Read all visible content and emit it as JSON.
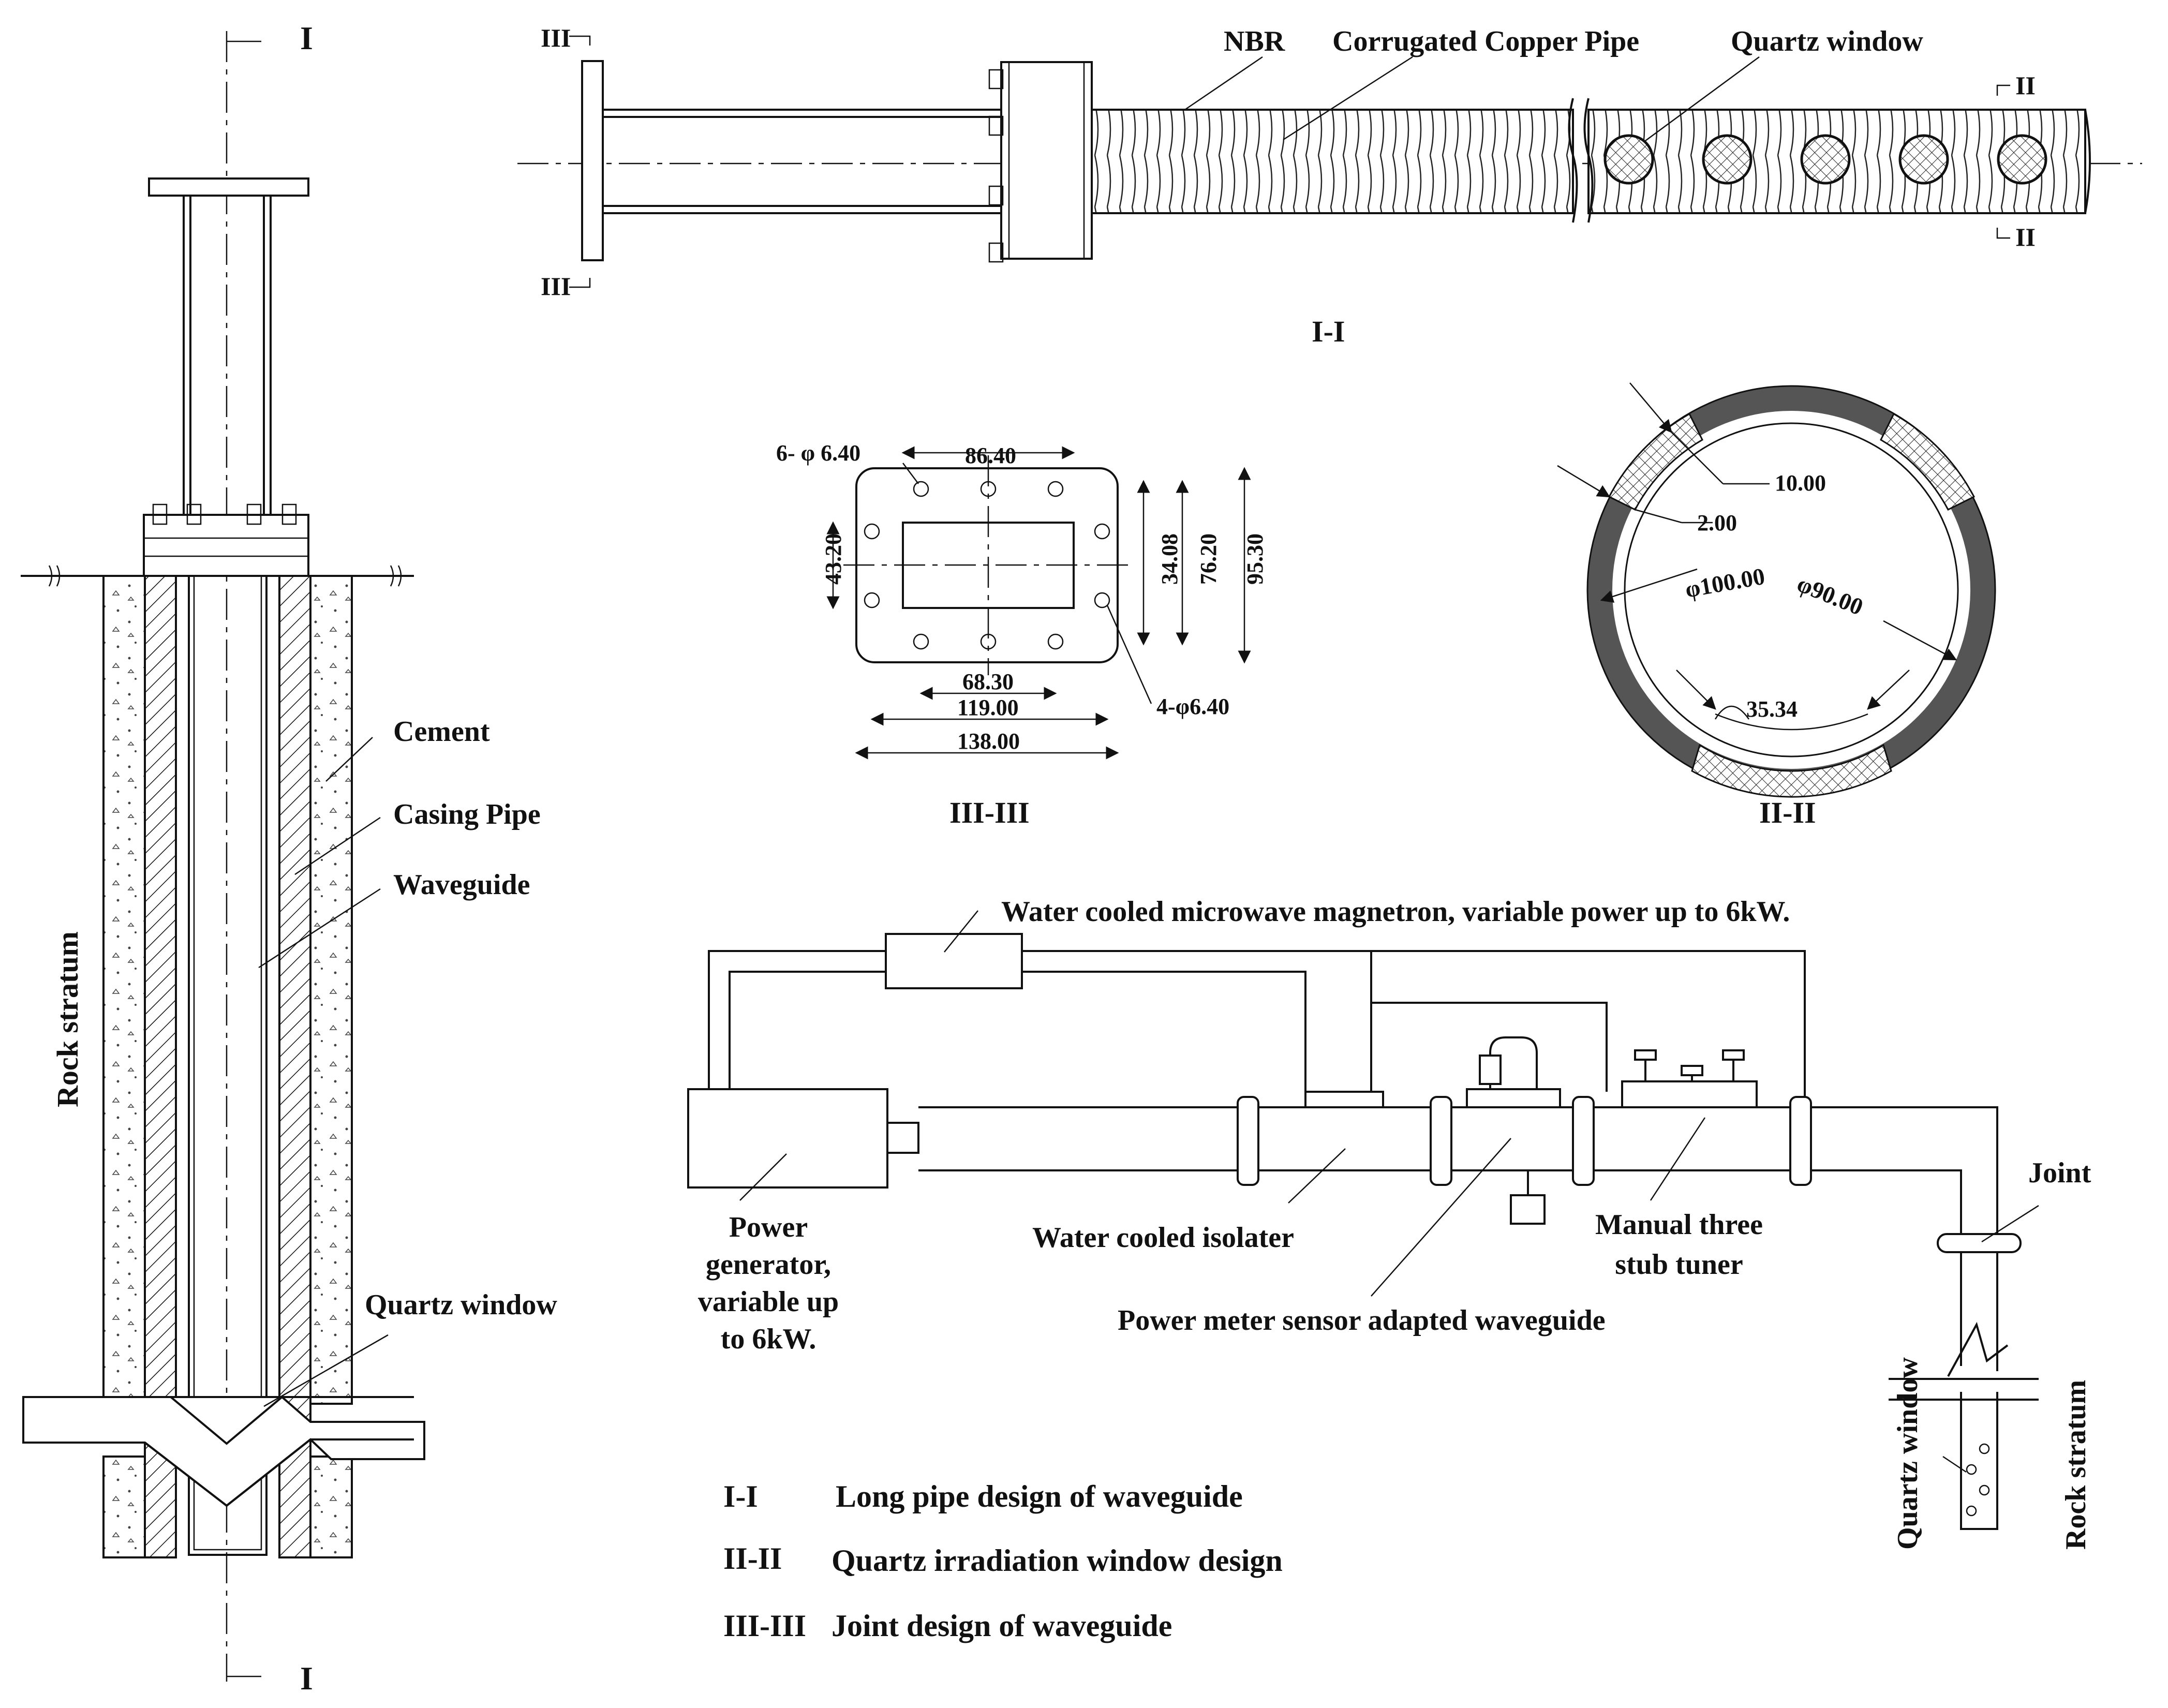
{
  "labels": {
    "section_I_top": "I",
    "section_I_bottom": "I",
    "cement": "Cement",
    "casing_pipe": "Casing Pipe",
    "waveguide": "Waveguide",
    "quartz_window_left": "Quartz window",
    "rock_stratum_left": "Rock stratum",
    "nbr": "NBR",
    "corrugated_copper_pipe": "Corrugated Copper Pipe",
    "quartz_window_top": "Quartz window",
    "section_III_top": "III",
    "section_III_bottom": "III",
    "section_II_top": "II",
    "section_II_bottom": "II",
    "caption_I_I": "I-I",
    "caption_III_III": "III-III",
    "caption_II_II": "II-II",
    "magnetron": "Water cooled microwave magnetron, variable power up to 6kW.",
    "power_generator": [
      "Power",
      "generator,",
      "variable up",
      "to 6kW."
    ],
    "isolater": "Water cooled isolater",
    "power_meter": "Power meter sensor adapted waveguide",
    "tuner": [
      "Manual three",
      "stub tuner"
    ],
    "joint": "Joint",
    "quartz_window_right": "Quartz window",
    "rock_stratum_right": "Rock stratum"
  },
  "dimensions_III": {
    "holes_top": "6- φ 6.40",
    "width_86": "86.40",
    "height_43": "43.20",
    "height_34": "34.08",
    "height_76": "76.20",
    "height_95": "95.30",
    "width_68": "68.30",
    "holes_side": "4-φ6.40",
    "width_119": "119.00",
    "width_138": "138.00"
  },
  "dimensions_II": {
    "d10": "10.00",
    "d2": "2.00",
    "phi100": "φ100.00",
    "phi90": "φ90.00",
    "arc": "35.34"
  },
  "legend": [
    {
      "code": "I-I",
      "text": "Long pipe design of waveguide"
    },
    {
      "code": "II-II",
      "text": "Quartz irradiation window design"
    },
    {
      "code": "III-III",
      "text": "Joint design of waveguide"
    }
  ]
}
